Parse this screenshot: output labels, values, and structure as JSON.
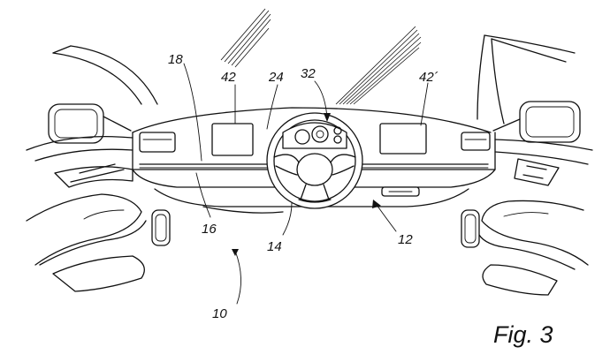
{
  "figure": {
    "caption": "Fig. 3",
    "reference_numerals": {
      "vehicle": "10",
      "dashboard": "12",
      "steering_wheel": "14",
      "lower_panel": "16",
      "upper_panel": "18",
      "center_panel": "24",
      "instrument_cluster": "32",
      "left_display": "42",
      "right_display": "42´"
    }
  }
}
